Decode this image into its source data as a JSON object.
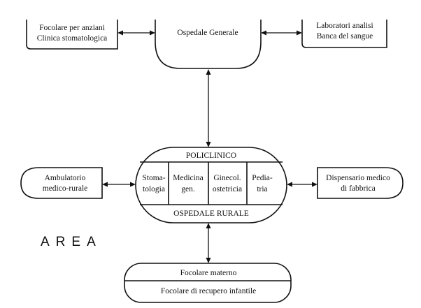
{
  "top_left": {
    "line1": "Focolare per anziani",
    "line2": "Clinica stomatologica"
  },
  "top_center": {
    "label": "Ospedale Generale"
  },
  "top_right": {
    "line1": "Laboratori analisi",
    "line2": "Banca del sangue"
  },
  "center": {
    "top_label": "POLICLINICO",
    "bottom_label": "OSPEDALE RURALE",
    "departments": [
      {
        "line1": "Stoma-",
        "line2": "tologia"
      },
      {
        "line1": "Medicina",
        "line2": "gen."
      },
      {
        "line1": "Ginecol.",
        "line2": "ostetricia"
      },
      {
        "line1": "Pedia-",
        "line2": "tria"
      }
    ]
  },
  "left": {
    "line1": "Ambulatorio",
    "line2": "medico-rurale"
  },
  "right": {
    "line1": "Dispensario medico",
    "line2": "di fabbrica"
  },
  "area_label": "AREA",
  "bottom": {
    "top_label": "Focolare materno",
    "bottom_label": "Focolare di recupero infantile"
  }
}
